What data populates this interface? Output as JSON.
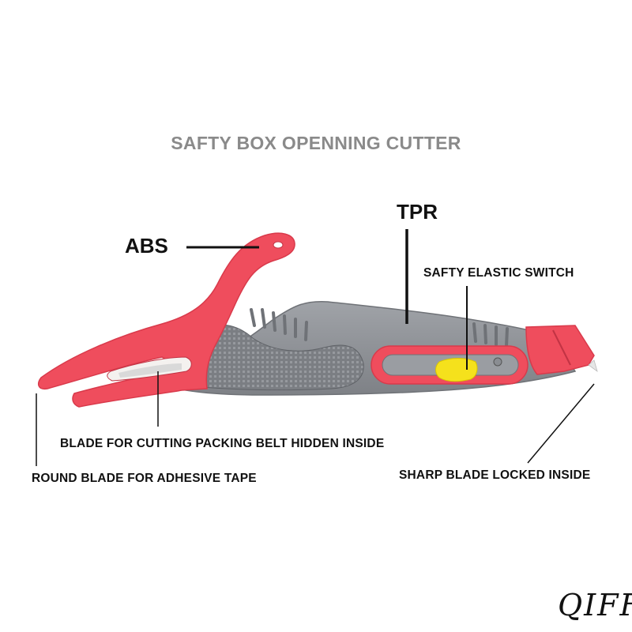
{
  "title": "SAFTY BOX OPENNING CUTTER",
  "labels": {
    "abs": "ABS",
    "tpr": "TPR",
    "switch": "SAFTY ELASTIC SWITCH",
    "belt_blade": "BLADE FOR CUTTING PACKING BELT HIDDEN INSIDE",
    "round_blade": "ROUND BLADE FOR ADHESIVE TAPE",
    "sharp_blade": "SHARP BLADE LOCKED INSIDE"
  },
  "brand": "QIFF",
  "colors": {
    "red": "#ef4d5d",
    "red_dark": "#d93a4b",
    "grey": "#8f9297",
    "grey_dark": "#6f7277",
    "switch_yellow": "#f5e11c",
    "title_grey": "#8a8a8a"
  }
}
